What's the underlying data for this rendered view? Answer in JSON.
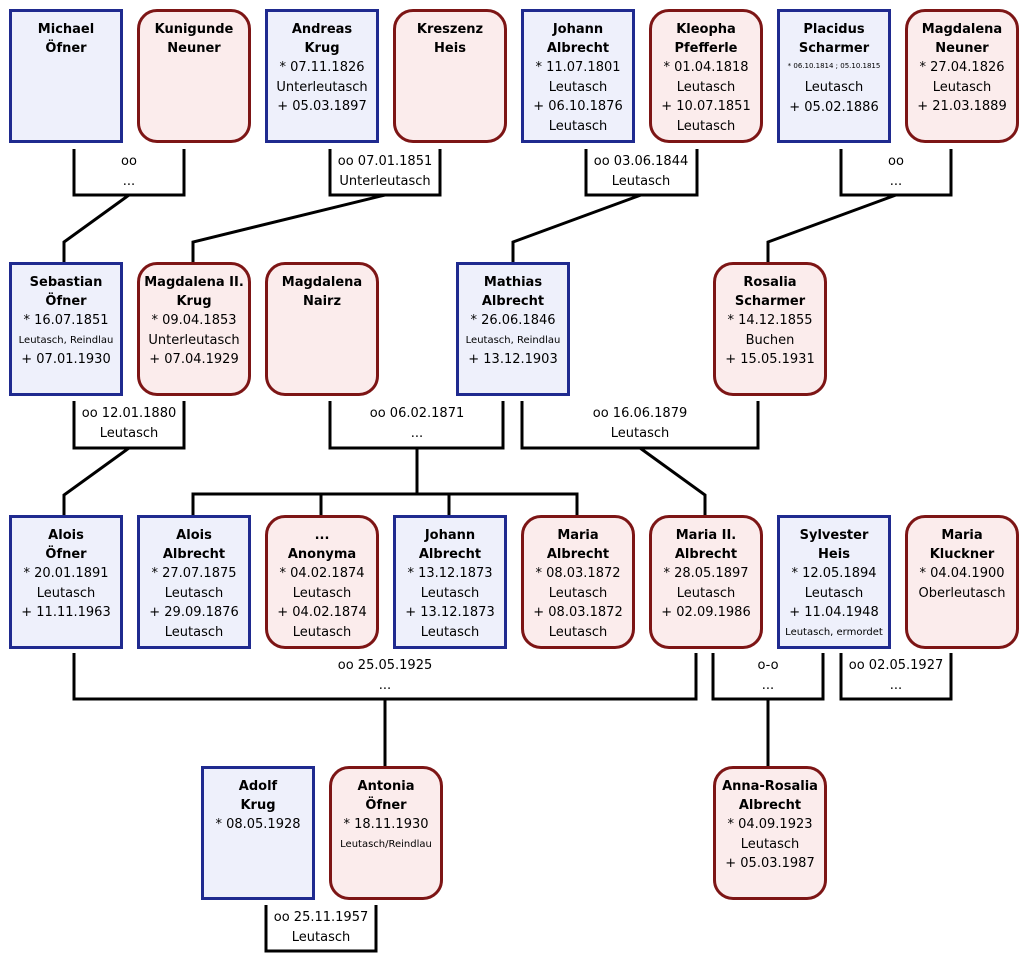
{
  "persons": {
    "michael": {
      "l1": "Michael",
      "l2": "Öfner"
    },
    "kunigunde": {
      "l1": "Kunigunde",
      "l2": "Neuner"
    },
    "andreas": {
      "l1": "Andreas",
      "l2": "Krug",
      "birth": "* 07.11.1826",
      "birthplace": "Unterleutasch",
      "death": "+ 05.03.1897"
    },
    "kreszenz": {
      "l1": "Kreszenz",
      "l2": "Heis"
    },
    "johann_sen": {
      "l1": "Johann",
      "l2": "Albrecht",
      "birth": "* 11.07.1801",
      "birthplace": "Leutasch",
      "death": "+ 06.10.1876",
      "deathplace": "Leutasch"
    },
    "kleopha": {
      "l1": "Kleopha",
      "l2": "Pfefferle",
      "birth": "* 01.04.1818",
      "birthplace": "Leutasch",
      "death": "+ 10.07.1851",
      "deathplace": "Leutasch"
    },
    "placidus": {
      "l1": "Placidus",
      "l2": "Scharmer",
      "birthinfo": "* 06.10.1814 ; 05.10.1815",
      "birthplace": "Leutasch",
      "death": "+ 05.02.1886"
    },
    "magdalena_neuner": {
      "l1": "Magdalena",
      "l2": "Neuner",
      "birth": "* 27.04.1826",
      "birthplace": "Leutasch",
      "death": "+ 21.03.1889"
    },
    "sebastian": {
      "l1": "Sebastian",
      "l2": "Öfner",
      "birth": "* 16.07.1851",
      "birthplace": "Leutasch, Reindlau",
      "death": "+ 07.01.1930"
    },
    "magdalena_krug": {
      "l1": "Magdalena II.",
      "l2": "Krug",
      "birth": "* 09.04.1853",
      "birthplace": "Unterleutasch",
      "death": "+ 07.04.1929"
    },
    "magdalena_nairz": {
      "l1": "Magdalena",
      "l2": "Nairz"
    },
    "mathias": {
      "l1": "Mathias",
      "l2": "Albrecht",
      "birth": "* 26.06.1846",
      "birthplace": "Leutasch, Reindlau",
      "death": "+ 13.12.1903"
    },
    "rosalia": {
      "l1": "Rosalia",
      "l2": "Scharmer",
      "birth": "* 14.12.1855",
      "birthplace": "Buchen",
      "death": "+ 15.05.1931"
    },
    "alois_oefner": {
      "l1": "Alois",
      "l2": "Öfner",
      "birth": "* 20.01.1891",
      "birthplace": "Leutasch",
      "death": "+ 11.11.1963"
    },
    "alois_albrecht": {
      "l1": "Alois",
      "l2": "Albrecht",
      "birth": "* 27.07.1875",
      "birthplace": "Leutasch",
      "death": "+ 29.09.1876",
      "deathplace": "Leutasch"
    },
    "anonyma": {
      "l1": "...",
      "l2": "Anonyma",
      "birth": "* 04.02.1874",
      "birthplace": "Leutasch",
      "death": "+ 04.02.1874",
      "deathplace": "Leutasch"
    },
    "johann_jun": {
      "l1": "Johann",
      "l2": "Albrecht",
      "birth": "* 13.12.1873",
      "birthplace": "Leutasch",
      "death": "+ 13.12.1873",
      "deathplace": "Leutasch"
    },
    "maria_albrecht": {
      "l1": "Maria",
      "l2": "Albrecht",
      "birth": "* 08.03.1872",
      "birthplace": "Leutasch",
      "death": "+ 08.03.1872",
      "deathplace": "Leutasch"
    },
    "maria_ii": {
      "l1": "Maria II.",
      "l2": "Albrecht",
      "birth": "* 28.05.1897",
      "birthplace": "Leutasch",
      "death": "+ 02.09.1986"
    },
    "sylvester": {
      "l1": "Sylvester",
      "l2": "Heis",
      "birth": "* 12.05.1894",
      "birthplace": "Leutasch",
      "death": "+ 11.04.1948",
      "deathplace": "Leutasch, ermordet"
    },
    "maria_kluckner": {
      "l1": "Maria",
      "l2": "Kluckner",
      "birth": "* 04.04.1900",
      "birthplace": "Oberleutasch"
    },
    "adolf": {
      "l1": "Adolf",
      "l2": "Krug",
      "birth": "* 08.05.1928"
    },
    "antonia": {
      "l1": "Antonia",
      "l2": "Öfner",
      "birth": "* 18.11.1930",
      "birthplace": "Leutasch/Reindlau"
    },
    "anna_rosalia": {
      "l1": "Anna-Rosalia",
      "l2": "Albrecht",
      "birth": "* 04.09.1923",
      "birthplace": "Leutasch",
      "death": "+ 05.03.1987"
    }
  },
  "unions": {
    "u1": {
      "l1": "oo",
      "l2": "..."
    },
    "u2": {
      "l1": "oo 07.01.1851",
      "l2": "Unterleutasch"
    },
    "u3": {
      "l1": "oo 03.06.1844",
      "l2": "Leutasch"
    },
    "u4": {
      "l1": "oo",
      "l2": "..."
    },
    "u5": {
      "l1": "oo 12.01.1880",
      "l2": "Leutasch"
    },
    "u6": {
      "l1": "oo 06.02.1871",
      "l2": "..."
    },
    "u7": {
      "l1": "oo 16.06.1879",
      "l2": "Leutasch"
    },
    "u8": {
      "l1": "oo 25.05.1925",
      "l2": "..."
    },
    "u9": {
      "l1": "o-o",
      "l2": "..."
    },
    "u10": {
      "l1": "oo 02.05.1927",
      "l2": "..."
    },
    "u11": {
      "l1": "oo 25.11.1957",
      "l2": "Leutasch"
    }
  },
  "colors": {
    "male_border": "#1f2a8f",
    "male_fill": "#eef0fb",
    "female_border": "#7d1515",
    "female_fill": "#fbecec",
    "line": "#000000"
  }
}
